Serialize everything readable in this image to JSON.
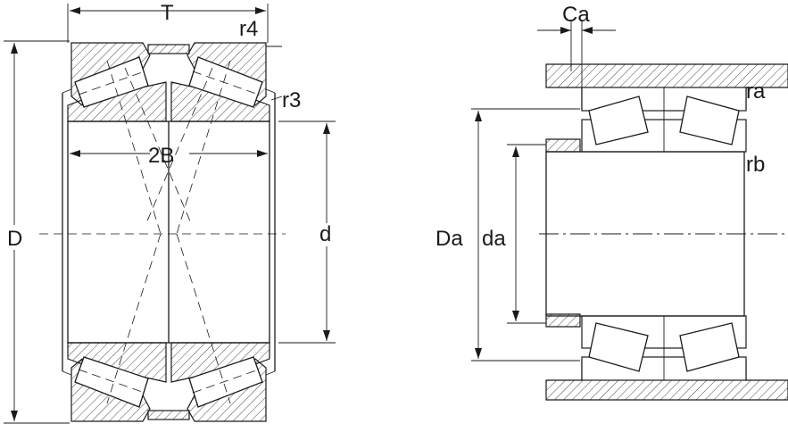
{
  "labels": {
    "T": "T",
    "r4": "r4",
    "r3": "r3",
    "D": "D",
    "d": "d",
    "twoB": "2B",
    "Ca": "Ca",
    "ra": "ra",
    "rb": "rb",
    "Da": "Da",
    "da": "da"
  }
}
